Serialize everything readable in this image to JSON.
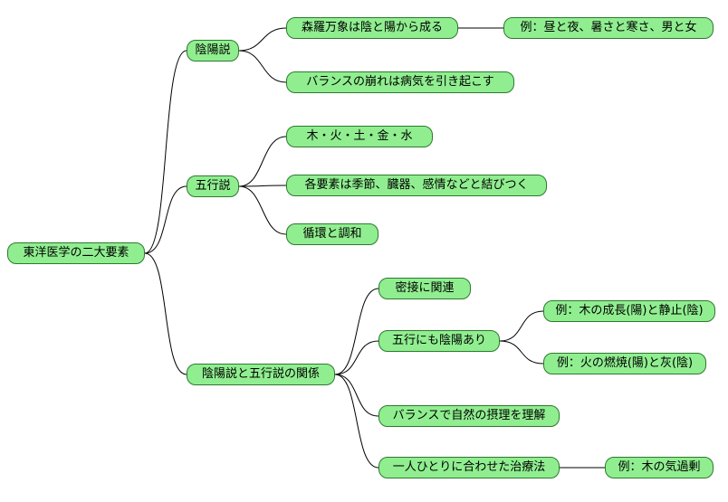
{
  "colors": {
    "node_fill": "#90EE90",
    "node_border": "#2d7a2d",
    "connector": "#000000",
    "background": "#ffffff",
    "text": "#000000"
  },
  "mindmap": {
    "type": "mindmap",
    "root": {
      "label": "東洋医学の二大要素",
      "children": [
        {
          "label": "陰陽説",
          "children": [
            {
              "label": "森羅万象は陰と陽から成る",
              "children": [
                {
                  "label": "例：昼と夜、暑さと寒さ、男と女"
                }
              ]
            },
            {
              "label": "バランスの崩れは病気を引き起こす"
            }
          ]
        },
        {
          "label": "五行説",
          "children": [
            {
              "label": "木・火・土・金・水"
            },
            {
              "label": "各要素は季節、臓器、感情などと結びつく"
            },
            {
              "label": "循環と調和"
            }
          ]
        },
        {
          "label": "陰陽説と五行説の関係",
          "children": [
            {
              "label": "密接に関連"
            },
            {
              "label": "五行にも陰陽あり",
              "children": [
                {
                  "label": "例：木の成長(陽)と静止(陰)"
                },
                {
                  "label": "例：火の燃焼(陽)と灰(陰)"
                }
              ]
            },
            {
              "label": "バランスで自然の摂理を理解"
            },
            {
              "label": "一人ひとりに合わせた治療法",
              "children": [
                {
                  "label": "例：木の気過剰"
                }
              ]
            }
          ]
        }
      ]
    }
  }
}
